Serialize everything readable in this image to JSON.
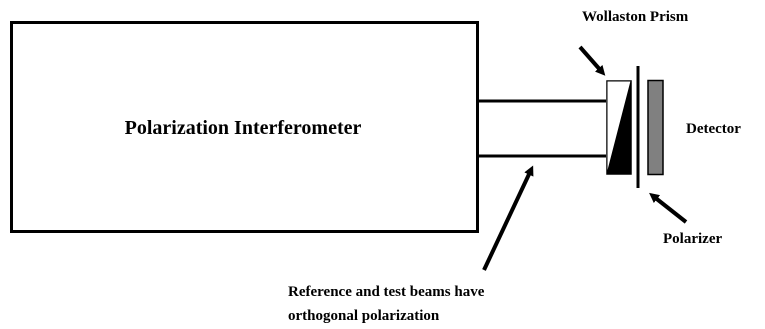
{
  "interferometer": {
    "label": "Polarization Interferometer"
  },
  "wollaston_prism": {
    "label": "Wollaston Prism"
  },
  "detector": {
    "label": "Detector"
  },
  "polarizer": {
    "label": "Polarizer"
  },
  "beams_note": {
    "line1": "Reference and test beams have",
    "line2": "orthogonal polarization"
  },
  "colors": {
    "stroke": "#000000",
    "detector_fill": "#808080",
    "prism_fill": "#000000",
    "background": "#ffffff"
  }
}
